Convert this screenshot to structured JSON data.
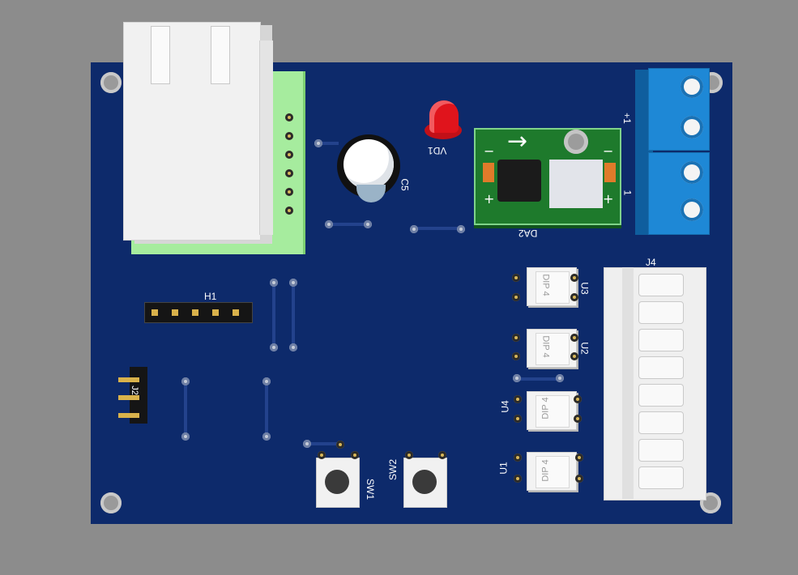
{
  "board": {
    "colors": {
      "pcb": "#0d2a6b",
      "background": "#8c8c8c",
      "led": "#e0141c",
      "terminal": "#1e88d6",
      "module": "#1e7a2c"
    }
  },
  "labels": {
    "h1": "H1",
    "c5": "C5",
    "vd1": "VD1",
    "da2": "DA2",
    "j4": "J4",
    "j2": "J2",
    "u1": "U1",
    "u2": "U2",
    "u3": "U3",
    "u4": "U4",
    "sw1": "SW1",
    "sw2": "SW2",
    "dip": "DIP 4",
    "terminal_plus": "+1",
    "terminal_one": "1",
    "module_minus": "−",
    "module_plus": "+",
    "module_arrow": "→"
  }
}
